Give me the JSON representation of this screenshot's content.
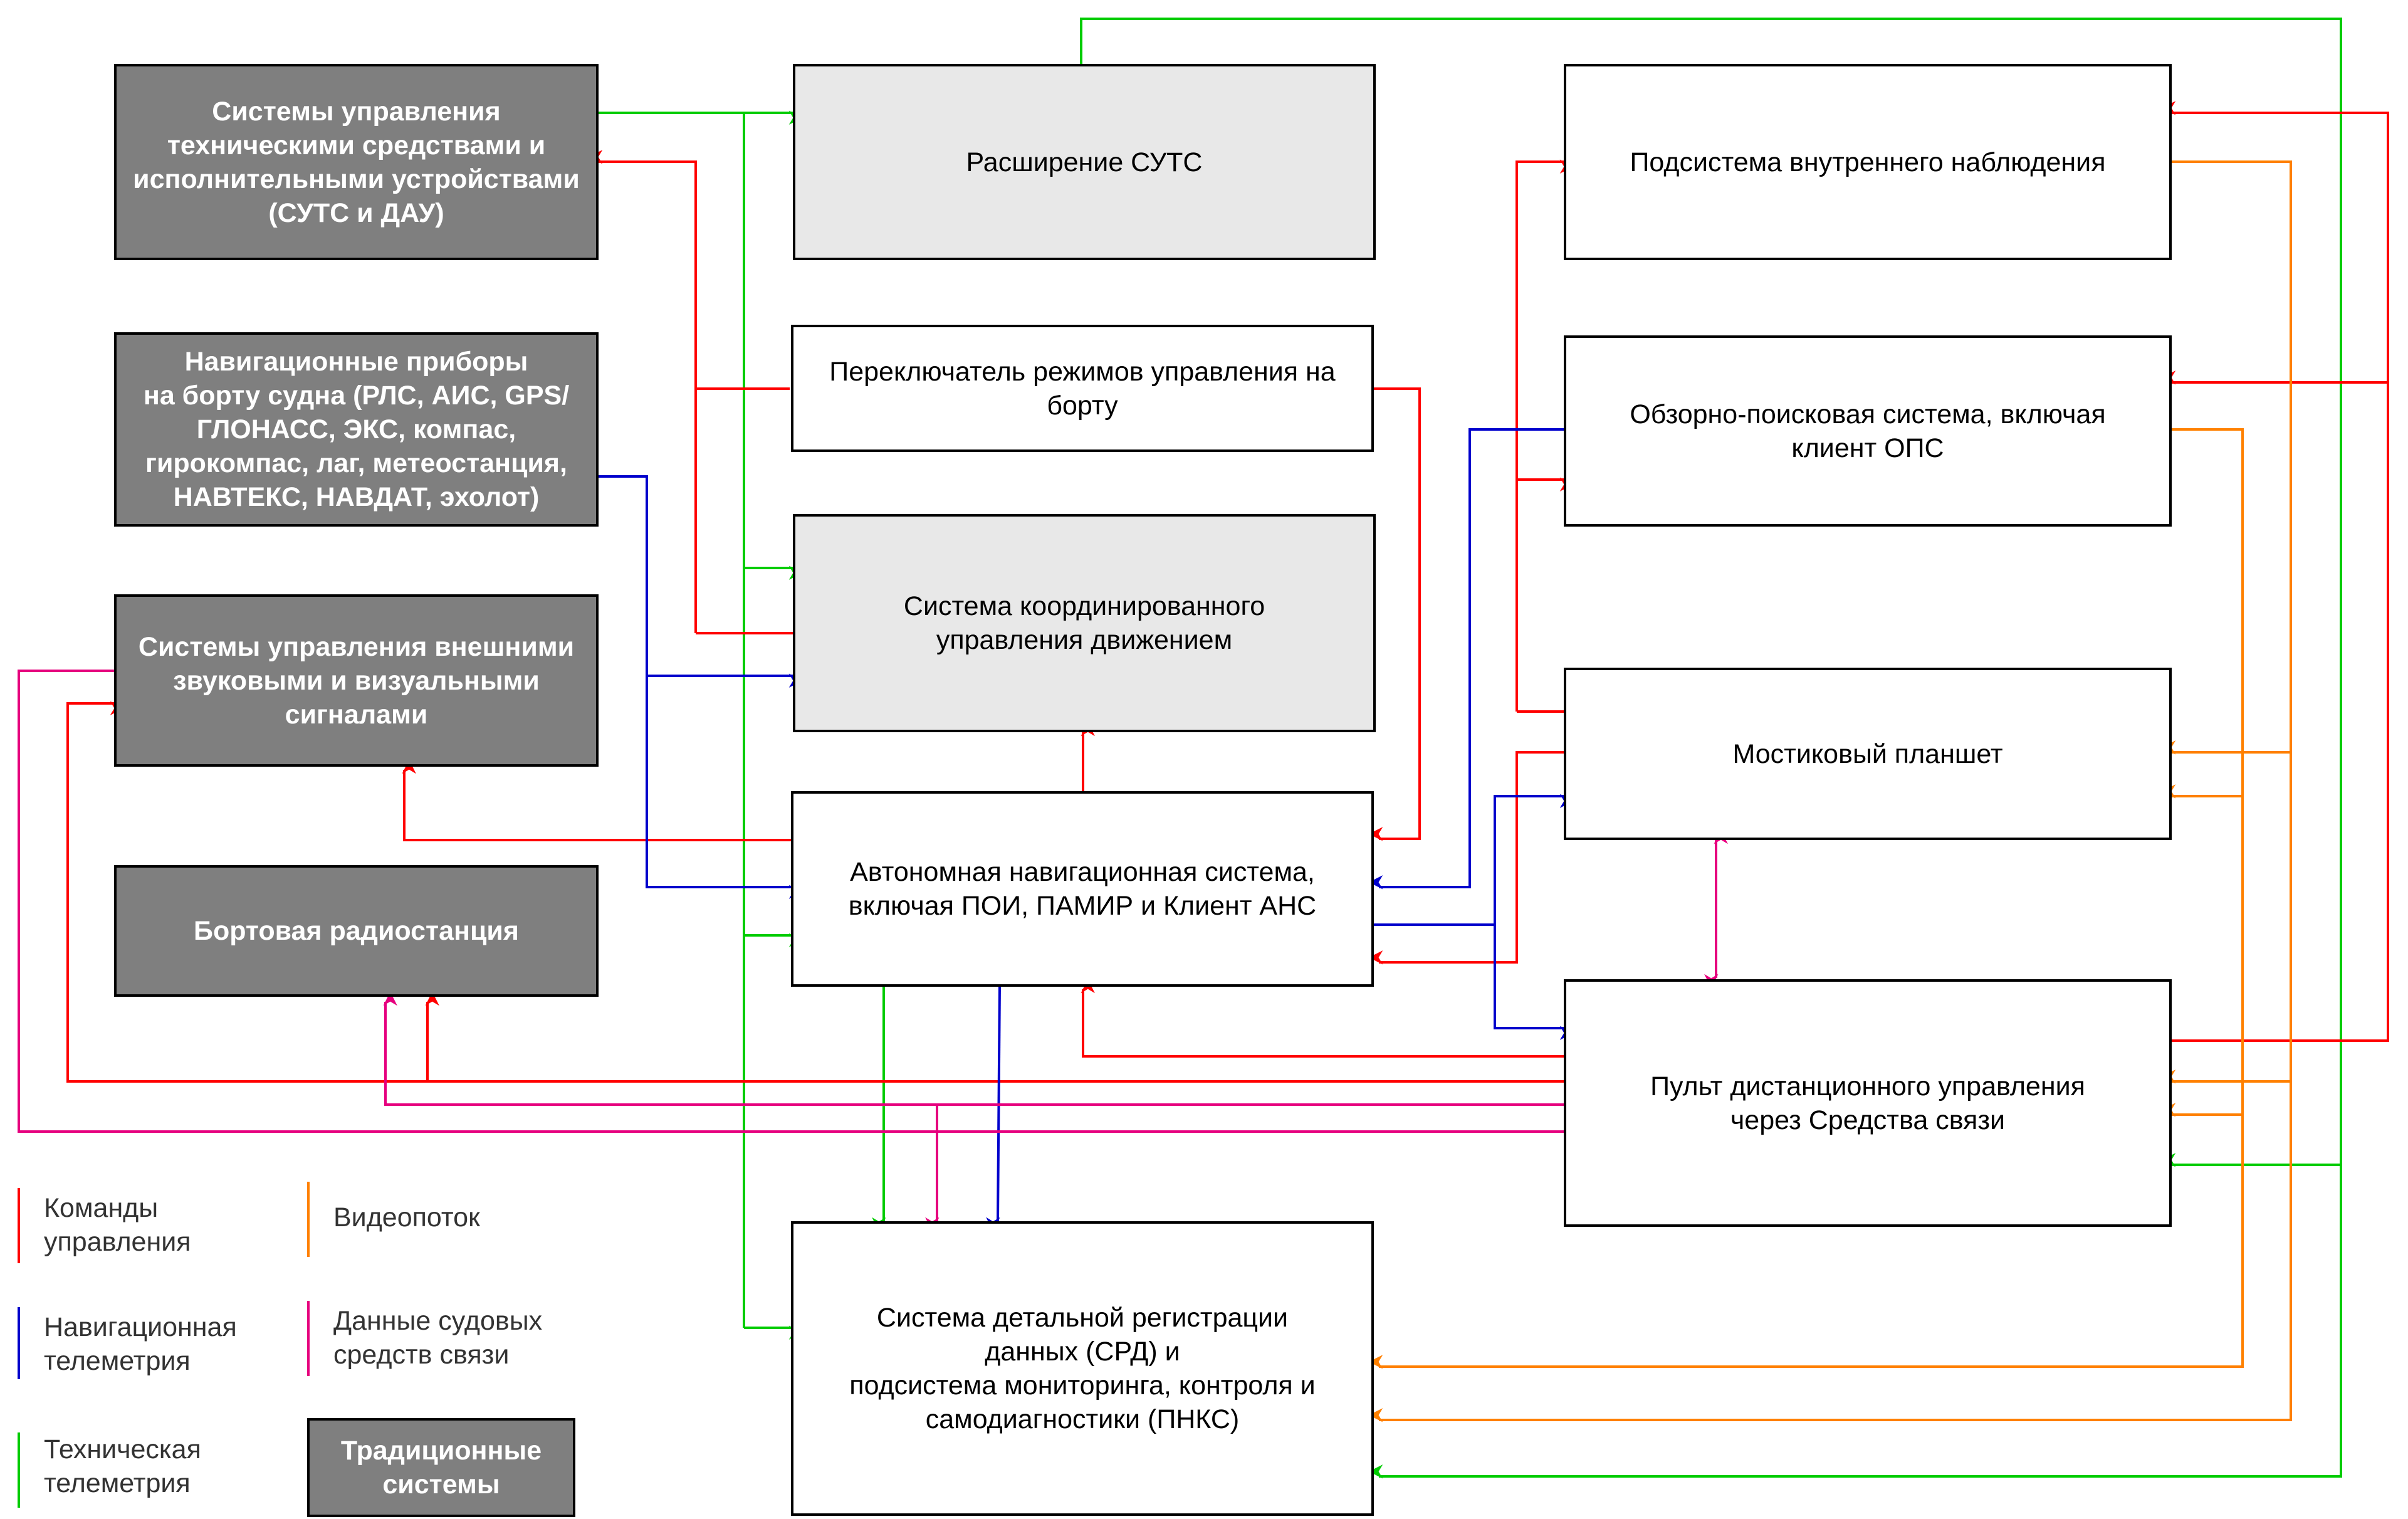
{
  "colors": {
    "commands": "#ff0000",
    "nav_telemetry": "#0000cc",
    "tech_telemetry": "#00cc00",
    "video": "#ff8000",
    "comms": "#e6007e",
    "traditional_fill": "#7f7f7f",
    "light_fill": "#e8e8e8"
  },
  "boxes": {
    "suts": "Системы управления\nтехническими средствами и\nисполнительными устройствами\n(СУТС и ДАУ)",
    "nav_devices": "Навигационные приборы\nна борту судна (РЛС, АИС, GPS/\nГЛОНАСС, ЭКС, компас,\nгирокомпас, лаг, метеостанция,\nНАВТЕКС, НАВДАТ, эхолот)",
    "signals": "Системы управления внешними\nзвуковыми и визуальными\nсигналами",
    "radio": "Бортовая радиостанция",
    "suts_ext": "Расширение СУТС",
    "mode_switch": "Переключатель режимов управления на\nборту",
    "coord": "Система координированного\nуправления движением",
    "ans": "Автономная навигационная система,\nвключая ПОИ, ПАМИР и Клиент АНС",
    "srd": "Система детальной регистрации\nданных (СРД) и\nподсистема мониторинга, контроля и\nсамодиагностики (ПНКС)",
    "internal": "Подсистема внутреннего наблюдения",
    "ops": "Обзорно-поисковая система, включая\nклиент ОПС",
    "tablet": "Мостиковый планшет",
    "remote": "Пульт дистанционного управления\nчерез Средства связи"
  },
  "legend": {
    "commands": "Команды\nуправления",
    "nav_telemetry": "Навигационная\nтелеметрия",
    "tech_telemetry": "Техническая\nтелеметрия",
    "video": "Видеопоток",
    "comms": "Данные судовых\nсредств связи",
    "traditional": "Традиционные\nсистемы"
  }
}
